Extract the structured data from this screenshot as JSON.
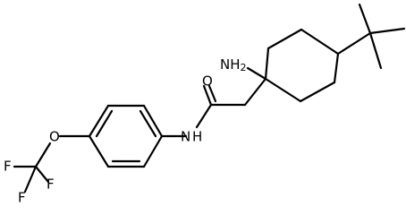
{
  "structure": {
    "atoms": {
      "amino": "NH",
      "amino_subscript": "2",
      "oxygen_carbonyl": "O",
      "amide_nitrogen": "N",
      "amide_hydrogen": "H",
      "ether_oxygen": "O",
      "fluorine_1": "F",
      "fluorine_2": "F",
      "fluorine_3": "F"
    },
    "colors": {
      "bond": "#000000",
      "text": "#000000",
      "background": "#ffffff"
    }
  }
}
